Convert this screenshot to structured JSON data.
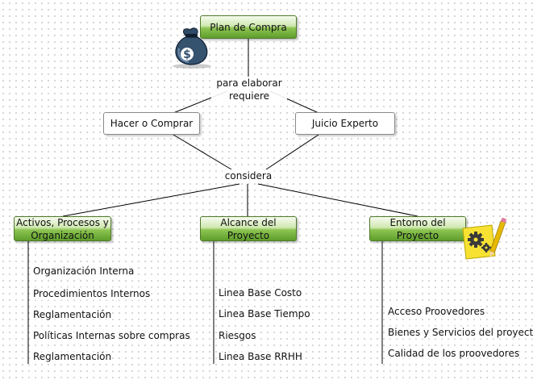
{
  "nodes": {
    "plan": "Plan de Compra",
    "hacer": "Hacer o Comprar",
    "juicio": "Juicio Experto",
    "activos": "Activos, Procesos y Organización",
    "alcance": "Alcance del Proyecto",
    "entorno": "Entorno del Proyecto"
  },
  "links": {
    "para": "para elaborar requiere",
    "considera": "considera"
  },
  "lists": {
    "activos": [
      "Organización Interna",
      "Procedimientos Internos",
      "Reglamentación",
      "Políticas Internas sobre compras",
      "Reglamentación"
    ],
    "alcance": [
      "Linea Base Costo",
      "Linea Base Tiempo",
      "Riesgos",
      "Linea Base RRHH"
    ],
    "entorno": [
      "Acceso Proovedores",
      "Bienes y Servicios del proyecto",
      "Calidad de los proovedores"
    ]
  },
  "icons": {
    "plan": "money-bag-icon",
    "entorno": "gears-pencil-icon"
  },
  "colors": {
    "node_green": "#7fbf42",
    "node_white": "#ffffff",
    "line": "#000000"
  }
}
